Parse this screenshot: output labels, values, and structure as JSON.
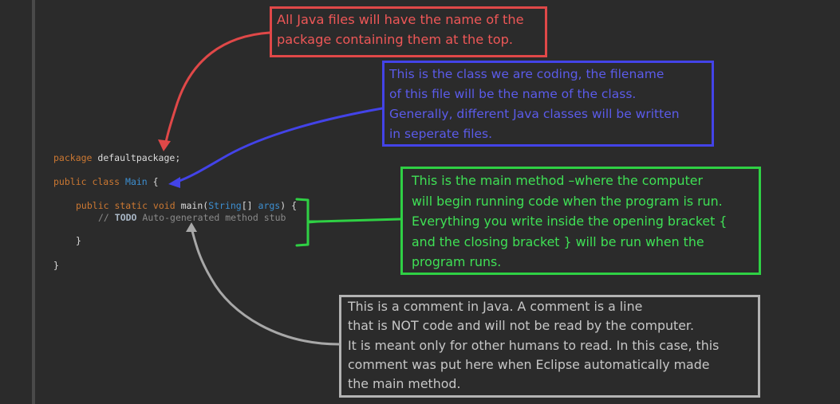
{
  "code": {
    "line1": [
      {
        "t": "package ",
        "c": "kw"
      },
      {
        "t": "defaultpackage;",
        "c": ""
      }
    ],
    "line2": [
      {
        "t": "public class ",
        "c": "kw"
      },
      {
        "t": "Main",
        "c": "type"
      },
      {
        "t": " {",
        "c": ""
      }
    ],
    "line3": [
      {
        "t": "public static void ",
        "c": "kw"
      },
      {
        "t": "main(",
        "c": ""
      },
      {
        "t": "String",
        "c": "type"
      },
      {
        "t": "[] ",
        "c": ""
      },
      {
        "t": "args",
        "c": "type"
      },
      {
        "t": ") {",
        "c": ""
      }
    ],
    "line4": [
      {
        "t": "// ",
        "c": "cm"
      },
      {
        "t": "TODO",
        "c": "todo"
      },
      {
        "t": " Auto-generated method stub",
        "c": "cm"
      }
    ],
    "line5": [
      {
        "t": "}",
        "c": ""
      }
    ],
    "line6": [
      {
        "t": "}",
        "c": ""
      }
    ]
  },
  "notes": {
    "red": [
      "All Java files will have the name of the",
      "package containing them at the top."
    ],
    "blue": [
      "This is the class we are coding, the filename",
      "of this file will be the name of the class.",
      "Generally, different Java classes will be written",
      "in seperate files."
    ],
    "green": [
      "This is the main method –where the computer",
      "will begin running code when the program is run.",
      "Everything you write inside the opening bracket {",
      "and the closing bracket } will be run when the",
      "program runs."
    ],
    "gray": [
      "This is a comment in Java. A comment is a line",
      "that is NOT code and will not be read by the computer.",
      "It is meant only for other humans to read. In this case, this",
      "comment was put here when Eclipse automatically made",
      "the main method."
    ]
  },
  "colors": {
    "background": "#2b2b2b",
    "keyword": "#cc7832",
    "type": "#3d8fd1",
    "red": "#e04848",
    "blue": "#4343e8",
    "green": "#2fd044",
    "gray": "#b3b3b3"
  }
}
